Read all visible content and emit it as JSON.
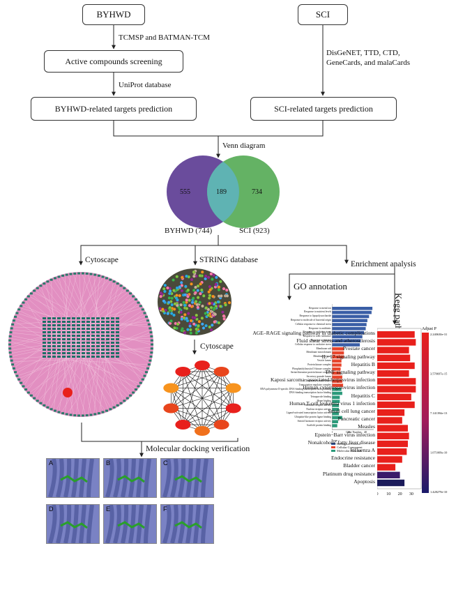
{
  "flow": {
    "byhwd": "BYHWD",
    "sci": "SCI",
    "tcmsp": "TCMSP and BATMAN-TCM",
    "active": "Active compounds screening",
    "uniprot": "UniProt database",
    "byhwd_targets": "BYHWD-related targets prediction",
    "sci_db_line1": "DisGeNET, TTD, CTD,",
    "sci_db_line2": "GeneCards, and malaCards",
    "sci_targets": "SCI-related targets prediction",
    "venn_label": "Venn diagram",
    "cytoscape": "Cytoscape",
    "string": "STRING database",
    "enrichment": "Enrichment analysis",
    "go_annotation": "GO annotation",
    "cytoscape2": "Cytoscape",
    "kegg_pathway": "Kegg pathway",
    "docking": "Molecular docking verification"
  },
  "venn": {
    "left_only": "555",
    "overlap": "189",
    "right_only": "734",
    "left_label": "BYHWD (744)",
    "right_label": "SCI (923)",
    "left_color": "#6a4c9c",
    "right_color": "#5cae5c",
    "overlap_color": "#5fb3b3"
  },
  "hub_network": {
    "node_color": "#e84c1c",
    "ring_color": "#d62a1a",
    "nodes": [
      "",
      "",
      "",
      "",
      "",
      "",
      "",
      "",
      "",
      ""
    ]
  },
  "go_chart": {
    "xlabel": "Gene Number",
    "legend_title": "Type",
    "legend": [
      {
        "name": "Biological Process",
        "color": "#3a5ea6"
      },
      {
        "name": "Cellular Component",
        "color": "#e8452c"
      },
      {
        "name": "Molecular Function",
        "color": "#2a9a7a"
      }
    ],
    "ticks": [
      "0",
      "20",
      "40"
    ],
    "chart_data": {
      "type": "bar",
      "categories": [
        "Response to metal ion",
        "Response to nutrient levels",
        "Response to lipopolysaccharide",
        "Response to molecule of bacterial origin",
        "Cellular response to chemical stress",
        "Response to antibiotic",
        "Response to oxidative stress",
        "Response to toxic substance",
        "Response to nutrient",
        "Cellular response to oxidative stress",
        "Membrane raft",
        "Membrane microdomain",
        "Membrane region",
        "Vesicle lumen",
        "Protein kinase complex",
        "Phosphatidylinositol 3-kinase complex",
        "Serine/threonine protein kinase complex",
        "Secretory granule lumen",
        "Cytoplasmic vesicle lumen",
        "Transcription regulator complex",
        "RNA polymerase II-specific DNA-binding transcription factor binding",
        "DNA-binding transcription factor binding",
        "Tetrapyrrole binding",
        "Heme binding",
        "Hormone receptor activity",
        "Nuclear receptor activity",
        "Ligand-activated transcription factor activity",
        "Ubiquitin-like protein ligase binding",
        "Steroid hormone receptor activity",
        "Scaffold protein binding"
      ],
      "values": [
        48,
        47,
        44,
        42,
        41,
        40,
        38,
        36,
        34,
        33,
        14,
        14,
        14,
        11,
        11,
        10,
        10,
        12,
        12,
        13,
        11,
        12,
        9,
        9,
        8,
        8,
        8,
        12,
        7,
        6
      ],
      "types": [
        "BP",
        "BP",
        "BP",
        "BP",
        "BP",
        "BP",
        "BP",
        "BP",
        "BP",
        "BP",
        "CC",
        "CC",
        "CC",
        "CC",
        "CC",
        "CC",
        "CC",
        "CC",
        "CC",
        "CC",
        "MF",
        "MF",
        "MF",
        "MF",
        "MF",
        "MF",
        "MF",
        "MF",
        "MF",
        "MF"
      ],
      "xlim": [
        0,
        50
      ]
    }
  },
  "kegg_chart": {
    "colorbar_title": "Adjust P",
    "colorbar_ticks": [
      "2.240630e-31",
      "3.570697e-15",
      "7.141394e-13",
      "1.071009e-10",
      "1.428279e-10"
    ],
    "ticks": [
      "0",
      "10",
      "20",
      "30"
    ],
    "chart_data": {
      "type": "bar",
      "categories": [
        "AGE–RAGE signaling pathway in diabetic complications",
        "Fluid shear stress and atherosclerosis",
        "Prostate cancer",
        "IL−17 signaling pathway",
        "Hepatitis B",
        "TNF signaling pathway",
        "Kaposi sarcoma−associated herpesvirus infection",
        "Human cytomegalovirus infection",
        "Hepatitis C",
        "Human T-cell leukemia virus 1 infection",
        "Small cell lung cancer",
        "Pancreatic cancer",
        "Measles",
        "Epstein−Barr virus infection",
        "Nonalcoholic fatty liver disease",
        "Influenza A",
        "Endocrine resistance",
        "Bladder cancer",
        "Platinum drug resistance",
        "Apoptosis"
      ],
      "values": [
        33,
        34,
        28,
        29,
        33,
        28,
        34,
        34,
        30,
        33,
        24,
        22,
        27,
        28,
        27,
        26,
        22,
        16,
        20,
        24
      ],
      "colors": [
        "#e8201c",
        "#e8201c",
        "#e8201c",
        "#e8201c",
        "#e8201c",
        "#e8201c",
        "#e8201c",
        "#e8201c",
        "#e8201c",
        "#e8201c",
        "#e8201c",
        "#e8201c",
        "#e8201c",
        "#e8201c",
        "#e8201c",
        "#e8201c",
        "#e8201c",
        "#e8201c",
        "#3a1a6a",
        "#1a1a5a"
      ],
      "xlim": [
        0,
        35
      ]
    }
  },
  "docking": {
    "panels": [
      "A",
      "B",
      "C",
      "D",
      "E",
      "F"
    ]
  }
}
